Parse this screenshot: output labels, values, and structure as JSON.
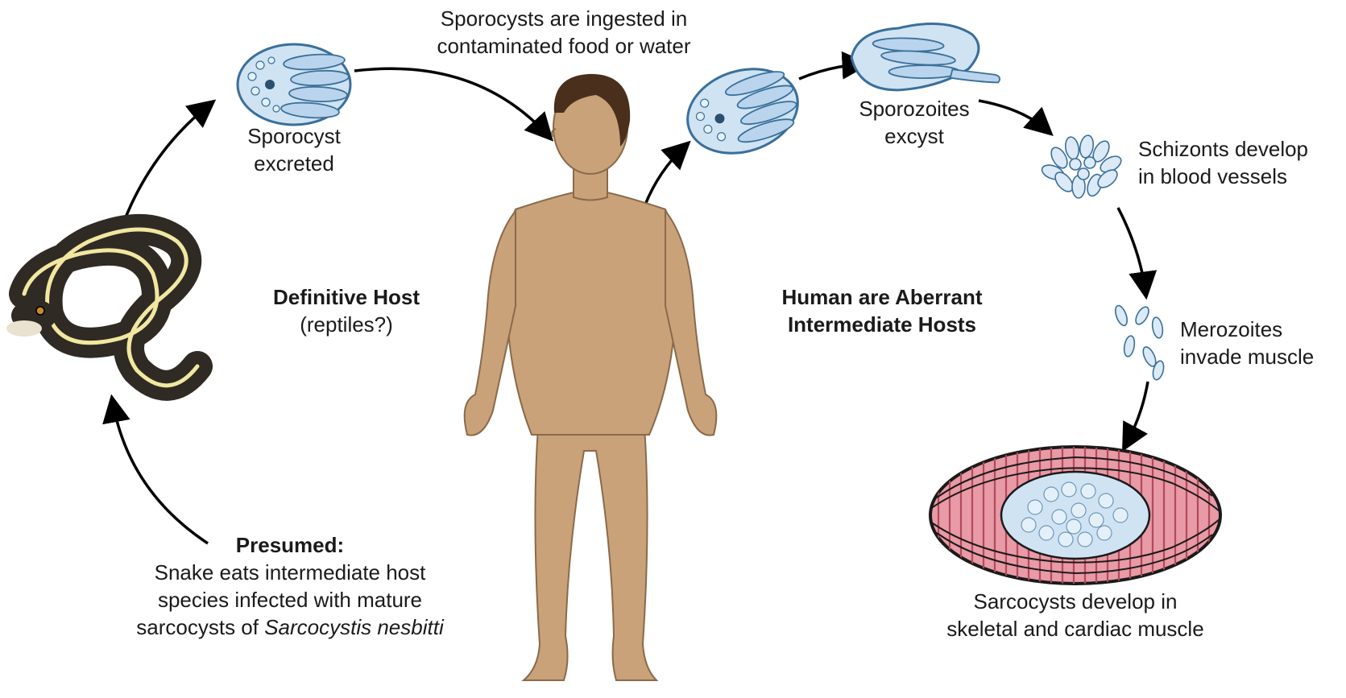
{
  "title_ingested": {
    "line1": "Sporocysts are ingested in",
    "line2": "contaminated food or water"
  },
  "sporocyst_excreted": {
    "line1": "Sporocyst",
    "line2": "excreted"
  },
  "sporozoites_excyst": {
    "line1": "Sporozoites",
    "line2": "excyst"
  },
  "schizonts": {
    "line1": "Schizonts develop",
    "line2": "in blood vessels"
  },
  "merozoites": {
    "line1": "Merozoites",
    "line2": "invade muscle"
  },
  "sarcocysts": {
    "line1": "Sarcocysts develop in",
    "line2": "skeletal and cardiac muscle"
  },
  "definitive_host": {
    "title": "Definitive Host",
    "subtitle": "(reptiles?)"
  },
  "aberrant_host": {
    "line1": "Human are Aberrant",
    "line2": "Intermediate Hosts"
  },
  "presumed": {
    "title": "Presumed:",
    "line1": "Snake eats intermediate host",
    "line2": "species infected with mature",
    "line3_plain": "sarcocysts of ",
    "line3_italic": "Sarcocystis nesbitti"
  },
  "colors": {
    "skin": "#c9a27a",
    "skin_outline": "#8a6a4a",
    "hair": "#4a2f1c",
    "cyst_fill": "#cfe3f3",
    "cyst_outline": "#3a6f9a",
    "muscle": "#e89aa6",
    "muscle_stripe": "#b24a5a",
    "snake_dark": "#2f2a24",
    "snake_stripe": "#f2e7a0"
  }
}
